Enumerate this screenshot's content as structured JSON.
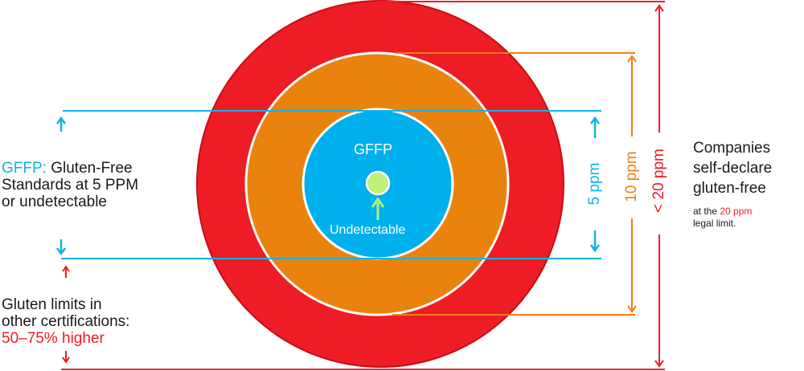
{
  "colors": {
    "red": "#ee1c25",
    "red_edge": "#c40e14",
    "orange": "#ea830d",
    "orange_line": "#ef7f1a",
    "blue": "#00b0ec",
    "blue_line": "#0fb3e8",
    "green_dot": "#c2f07a",
    "green_arrow": "#b6f07a",
    "text": "#1a1a1a"
  },
  "rings": [
    {
      "name": "legal-limit",
      "level_ppm": 20
    },
    {
      "name": "other-certifications",
      "level_ppm": 10
    },
    {
      "name": "gffp",
      "level_ppm": 5
    }
  ],
  "center": {
    "title": "GFFP",
    "dot_label": "Undetectable"
  },
  "left": {
    "gffp_prefix": "GFFP:",
    "gffp_line1_rest": " Gluten-Free",
    "gffp_line2": "Standards at 5 PPM",
    "gffp_line3": "or undetectable",
    "other_line1": "Gluten limits in",
    "other_line2": "other certifications:",
    "other_line3": "50–75% higher"
  },
  "dimensions": {
    "five": "5 ppm",
    "ten": "10 ppm",
    "twenty": "< 20 ppm"
  },
  "right": {
    "line1": "Companies",
    "line2": "self-declare",
    "line3": "gluten-free",
    "note_prefix": "at the ",
    "note_highlight": "20 ppm",
    "note_line2": "legal limit."
  }
}
